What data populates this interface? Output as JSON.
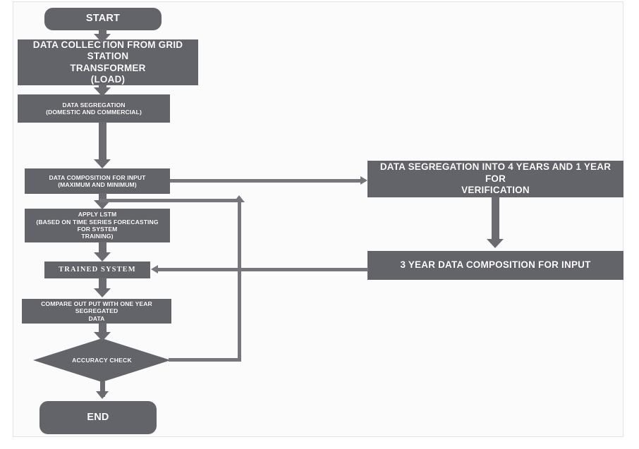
{
  "diagram": {
    "type": "flowchart",
    "title_text": "",
    "colors": {
      "node_fill": "#63636a",
      "node_text": "#ffffff",
      "connector": "#6b6b71",
      "canvas_background": "#fbfbfb",
      "canvas_border": "#e3e3e5"
    },
    "nodes": {
      "start": {
        "label": "START",
        "shape": "rounded-rectangle"
      },
      "data_collection": {
        "line1": "DATA COLLECTION FROM GRID STATION",
        "line2": "TRANSFORMER",
        "line3": "(LOAD)",
        "shape": "rectangle"
      },
      "data_segregation": {
        "line1": "DATA SEGREGATION",
        "line2": "(DOMESTIC AND COMMERCIAL)",
        "shape": "rectangle"
      },
      "data_composition": {
        "line1": "DATA COMPOSITION FOR INPUT",
        "line2": "(MAXIMUM AND MINIMUM)",
        "shape": "rectangle"
      },
      "apply_lstm": {
        "line1": "APPLY LSTM",
        "line2": "(BASED ON TIME SERIES FORECASTING FOR SYSTEM",
        "line3": "TRAINING)",
        "shape": "rectangle"
      },
      "trained_system": {
        "label": "TRAINED  SYSTEM",
        "shape": "rectangle"
      },
      "compare_output": {
        "line1": "COMPARE OUT PUT WITH ONE YEAR SEGREGATED",
        "line2": "DATA",
        "shape": "rectangle"
      },
      "accuracy_check": {
        "label": "ACCURACY CHECK",
        "shape": "diamond"
      },
      "end": {
        "label": "END",
        "shape": "rounded-rectangle"
      },
      "segregation_years": {
        "line1": "DATA SEGREGATION INTO 4 YEARS AND 1 YEAR FOR",
        "line2": "VERIFICATION",
        "shape": "rectangle"
      },
      "three_year_composition": {
        "label": "3  YEAR DATA COMPOSITION FOR INPUT",
        "shape": "rectangle"
      }
    },
    "edges": [
      {
        "from": "start",
        "to": "data_collection",
        "direction": "down",
        "label": ""
      },
      {
        "from": "data_collection",
        "to": "data_segregation",
        "direction": "down",
        "label": ""
      },
      {
        "from": "data_segregation",
        "to": "data_composition",
        "direction": "down",
        "label": ""
      },
      {
        "from": "data_composition",
        "to": "segregation_years",
        "direction": "right",
        "label": ""
      },
      {
        "from": "data_composition",
        "to": "apply_lstm",
        "direction": "down",
        "label": ""
      },
      {
        "from": "apply_lstm",
        "to": "trained_system",
        "direction": "down",
        "label": ""
      },
      {
        "from": "trained_system",
        "to": "compare_output",
        "direction": "down",
        "label": ""
      },
      {
        "from": "compare_output",
        "to": "accuracy_check",
        "direction": "down",
        "label": ""
      },
      {
        "from": "accuracy_check",
        "to": "end",
        "direction": "down",
        "label": ""
      },
      {
        "from": "accuracy_check",
        "to": "apply_lstm",
        "direction": "feedback-up-left",
        "label": ""
      },
      {
        "from": "segregation_years",
        "to": "three_year_composition",
        "direction": "down",
        "label": ""
      },
      {
        "from": "three_year_composition",
        "to": "trained_system",
        "direction": "left",
        "label": ""
      }
    ]
  }
}
